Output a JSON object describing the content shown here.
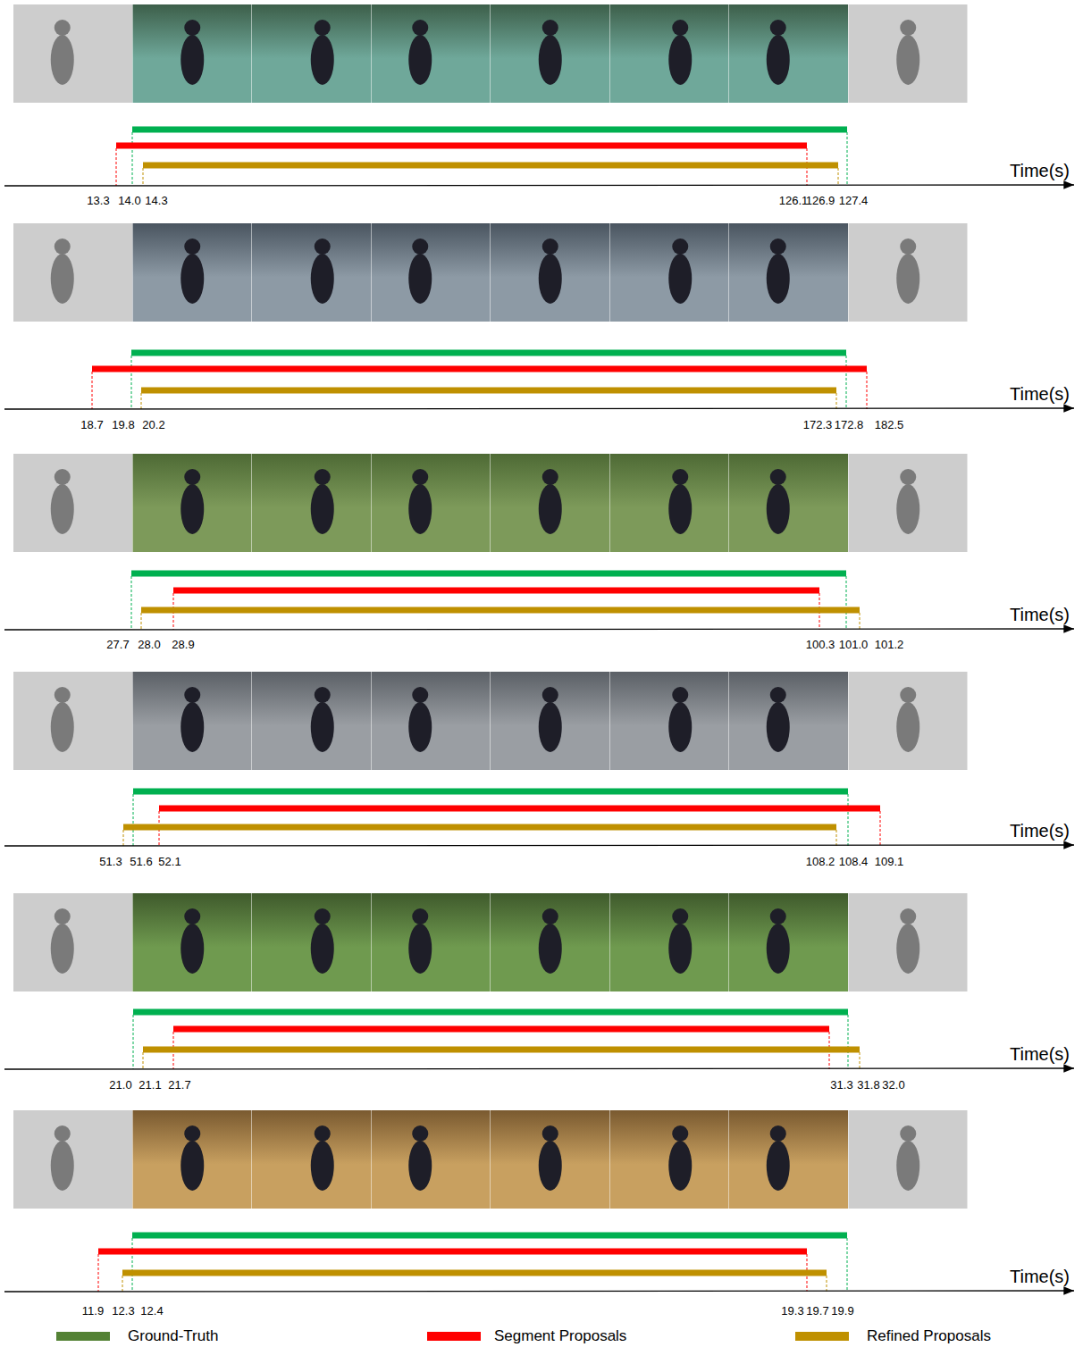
{
  "diagram": {
    "labels": [
      "Time(s)",
      "13.3",
      "14.0",
      "14.3",
      "126.1",
      "126.9",
      "127.4",
      "Time(s)",
      "18.7",
      "19.8",
      "20.2",
      "172.3",
      "172.8",
      "182.5",
      "Time(s)",
      "27.7",
      "28.0",
      "28.9",
      "100.3",
      "101.0",
      "101.2",
      "Time(s)",
      "51.3",
      "51.6",
      "52.1",
      "108.2",
      "108.4",
      "109.1",
      "Time(s)",
      "21.0",
      "21.1",
      "21.7",
      "31.3",
      "31.8",
      "32.0",
      "Time(s)",
      "11.9",
      "12.3",
      "12.4",
      "19.3",
      "19.7",
      "19.9"
    ],
    "legend": [
      {
        "text": "Ground-Truth",
        "color": "#548235"
      },
      {
        "text": "Segment Proposals",
        "color": "#ff0000"
      },
      {
        "text": "Refined Proposals",
        "color": "#bf9000"
      }
    ]
  }
}
